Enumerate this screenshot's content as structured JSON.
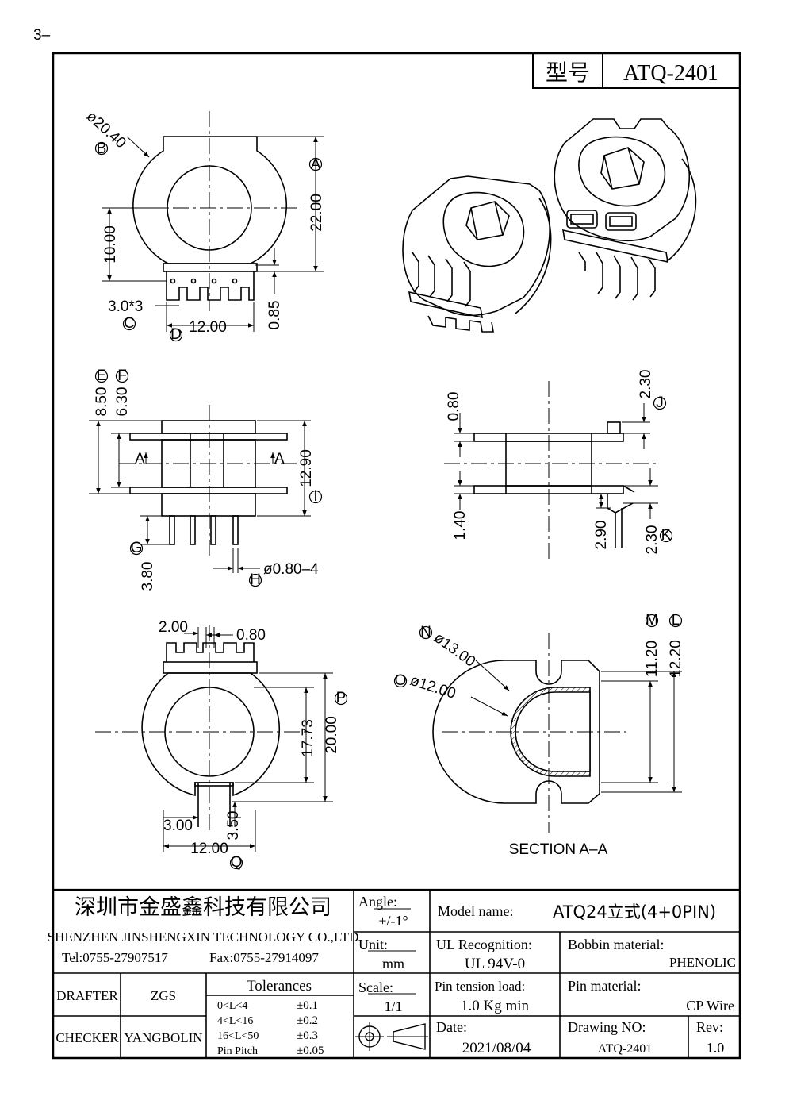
{
  "corner_mark": "3–",
  "model_header": {
    "label": "型号",
    "value": "ATQ-2401"
  },
  "dims": {
    "top_left": {
      "d_outer": "ø20.40",
      "d_outer_tag": "B",
      "height": "22.00",
      "height_tag": "A",
      "center_h": "10.00",
      "pin_slot": "3.0*3",
      "pin_slot_tag": "C",
      "pin_span": "12.00",
      "pin_span_tag": "D",
      "step": "0.85"
    },
    "mid_left": {
      "h_total": "8.50",
      "h_total_tag": "E",
      "h_flange": "6.30",
      "h_flange_tag": "F",
      "width": "12.90",
      "width_tag": "I",
      "section_mark": "A",
      "pin_len": "3.80",
      "pin_len_tag": "G",
      "pin_dia": "ø0.80–4",
      "pin_dia_tag": "H"
    },
    "mid_right": {
      "top_gap": "0.80",
      "right_h": "2.30",
      "right_h_tag": "J",
      "bottom_gap": "1.40",
      "pin_off": "2.90",
      "pin_h": "2.30",
      "pin_h_tag": "K"
    },
    "bottom_left": {
      "w_slot": "2.00",
      "w_wall": "0.80",
      "inner_h": "17.73",
      "outer_h": "20.00",
      "outer_h_tag": "P",
      "notch_w": "3.00",
      "notch_h": "3.50",
      "span": "12.00",
      "span_tag": "Q"
    },
    "bottom_right": {
      "d_outer": "ø13.00",
      "d_outer_tag": "N",
      "d_inner": "ø12.00",
      "d_inner_tag": "O",
      "h_inner": "11.20",
      "h_inner_tag": "M",
      "h_outer": "12.20",
      "h_outer_tag": "L",
      "caption": "SECTION A–A"
    }
  },
  "title_block": {
    "company_cn": "深圳市金盛鑫科技有限公司",
    "company_en": "SHENZHEN JINSHENGXIN TECHNOLOGY CO.,LTD",
    "tel": "Tel:0755-27907517",
    "fax": "Fax:0755-27914097",
    "angle_label": "Angle:",
    "angle_value": "+/-1°",
    "unit_label": "Unit:",
    "unit_value": "mm",
    "scale_label": "Scale:",
    "scale_value": "1/1",
    "model_name_label": "Model name:",
    "model_name_value": "ATQ24立式(4+0PIN)",
    "ul_label": "UL Recognition:",
    "ul_value": "UL 94V-0",
    "bobbin_label": "Bobbin material:",
    "bobbin_value": "PHENOLIC",
    "pin_tension_label": "Pin tension load:",
    "pin_tension_value": "1.0 Kg min",
    "pin_material_label": "Pin material:",
    "pin_material_value": "CP Wire",
    "date_label": "Date:",
    "date_value": "2021/08/04",
    "drawing_no_label": "Drawing NO:",
    "drawing_no_value": "ATQ-2401",
    "rev_label": "Rev:",
    "rev_value": "1.0",
    "drafter_label": "DRAFTER",
    "drafter_value": "ZGS",
    "checker_label": "CHECKER",
    "checker_value": "YANGBOLIN",
    "tolerances_title": "Tolerances",
    "tolerances": [
      {
        "range": "0<L<4",
        "value": "±0.1"
      },
      {
        "range": "4<L<16",
        "value": "±0.2"
      },
      {
        "range": "16<L<50",
        "value": "±0.3"
      },
      {
        "range": "Pin Pitch",
        "value": "±0.05"
      }
    ]
  }
}
